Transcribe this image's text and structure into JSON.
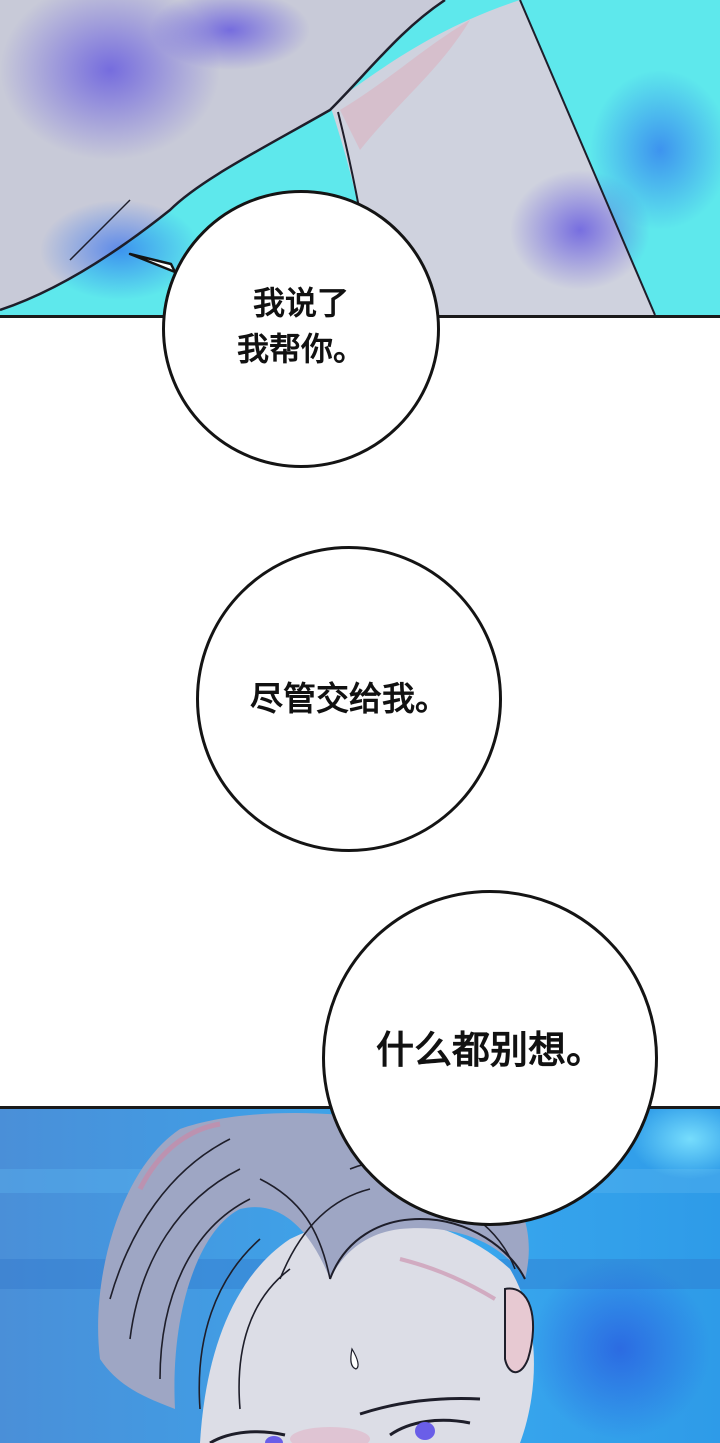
{
  "comic": {
    "panels": [
      {
        "id": "top-panel",
        "description": "close-up of arm over cyan background"
      },
      {
        "id": "bottom-panel",
        "description": "man with gray wavy hair and purple eyes, looking down"
      }
    ],
    "bubbles": [
      {
        "id": "bubble-1",
        "text": "我说了\n我帮你。"
      },
      {
        "id": "bubble-2",
        "text": "尽管交给我。"
      },
      {
        "id": "bubble-3",
        "text": "什么都别想。"
      }
    ],
    "colors": {
      "cyan_bg": "#5ee8ec",
      "blue_bg": "#3aa4e8",
      "skin_gray": "#c8ccd8",
      "hair_gray": "#9ea6c4",
      "ink": "#141414",
      "bubble_fill": "#ffffff"
    }
  }
}
